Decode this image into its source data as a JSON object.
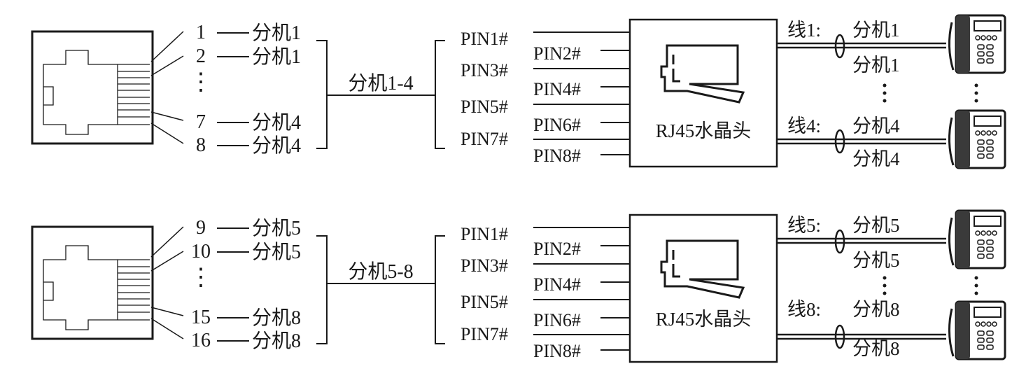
{
  "groups": [
    {
      "port_pins": [
        "1",
        "2",
        "7",
        "8"
      ],
      "port_exts": [
        "分机1",
        "分机1",
        "分机4",
        "分机4"
      ],
      "bundle_label": "分机1-4",
      "rj45_label": "RJ45水晶头",
      "pins_odd": [
        "PIN1#",
        "PIN3#",
        "PIN5#",
        "PIN7#"
      ],
      "pins_even": [
        "PIN2#",
        "PIN4#",
        "PIN6#",
        "PIN8#"
      ],
      "line_top": "线1:",
      "ext_top_1": "分机1",
      "ext_top_2": "分机1",
      "line_bottom": "线4:",
      "ext_bottom_1": "分机4",
      "ext_bottom_2": "分机4"
    },
    {
      "port_pins": [
        "9",
        "10",
        "15",
        "16"
      ],
      "port_exts": [
        "分机5",
        "分机5",
        "分机8",
        "分机8"
      ],
      "bundle_label": "分机5-8",
      "rj45_label": "RJ45水晶头",
      "pins_odd": [
        "PIN1#",
        "PIN3#",
        "PIN5#",
        "PIN7#"
      ],
      "pins_even": [
        "PIN2#",
        "PIN4#",
        "PIN6#",
        "PIN8#"
      ],
      "line_top": "线5:",
      "ext_top_1": "分机5",
      "ext_top_2": "分机5",
      "line_bottom": "线8:",
      "ext_bottom_1": "分机8",
      "ext_bottom_2": "分机8"
    }
  ],
  "icons": {
    "port": "rj45-jack-icon",
    "plug": "rj45-plug-icon",
    "phone": "desk-phone-icon"
  },
  "colors": {
    "ink": "#1a1a1a",
    "background": "#ffffff"
  }
}
